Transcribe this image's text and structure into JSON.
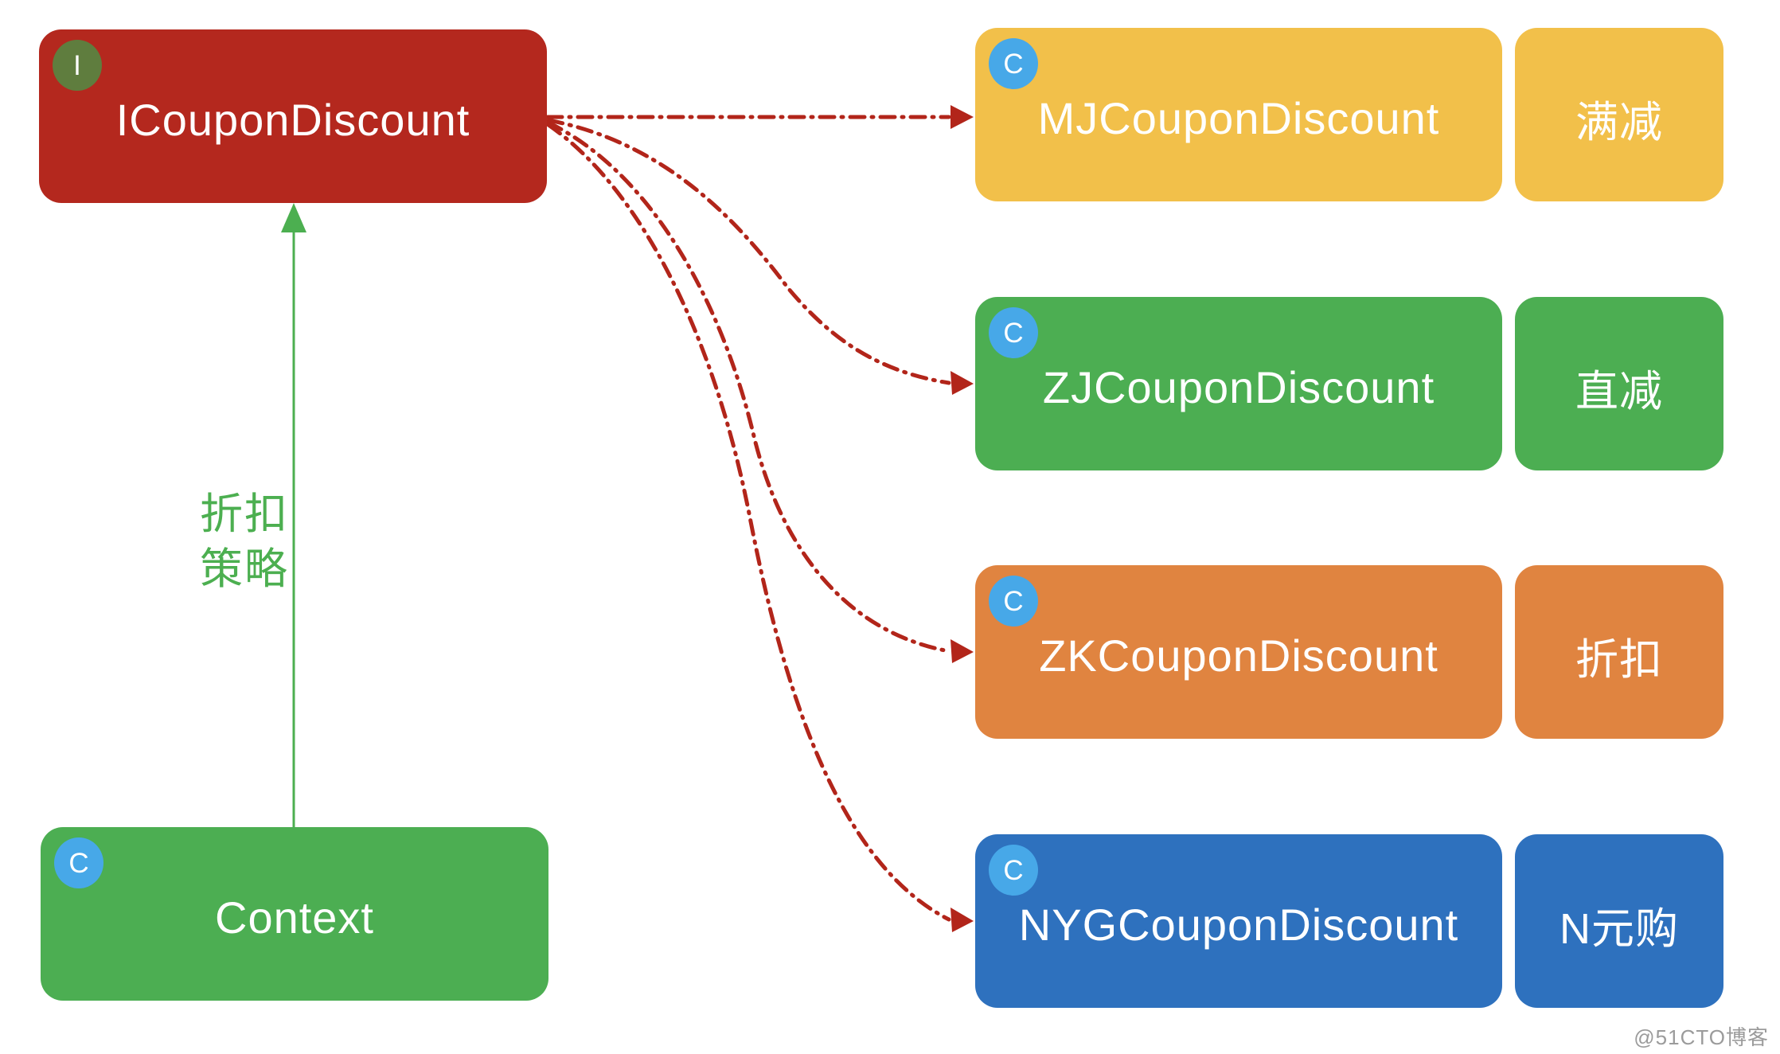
{
  "diagram": {
    "interface": {
      "badge": "I",
      "name": "ICouponDiscount"
    },
    "context": {
      "badge": "C",
      "name": "Context"
    },
    "relation_label": {
      "line1": "折扣",
      "line2": "策略"
    },
    "implementations": [
      {
        "badge": "C",
        "name": "MJCouponDiscount",
        "tag": "满减",
        "color": "#F2C04A"
      },
      {
        "badge": "C",
        "name": "ZJCouponDiscount",
        "tag": "直减",
        "color": "#4CAE52"
      },
      {
        "badge": "C",
        "name": "ZKCouponDiscount",
        "tag": "折扣",
        "color": "#E08440"
      },
      {
        "badge": "C",
        "name": "NYGCouponDiscount",
        "tag": "N元购",
        "color": "#2E71BE"
      }
    ],
    "colors": {
      "interface_box": "#B4281E",
      "interface_badge": "#5F7D3E",
      "class_badge": "#47A8E8",
      "context_box": "#4CAE52",
      "relation_green": "#4CAF50",
      "relation_red": "#B2251A"
    },
    "watermark": "@51CTO博客"
  }
}
